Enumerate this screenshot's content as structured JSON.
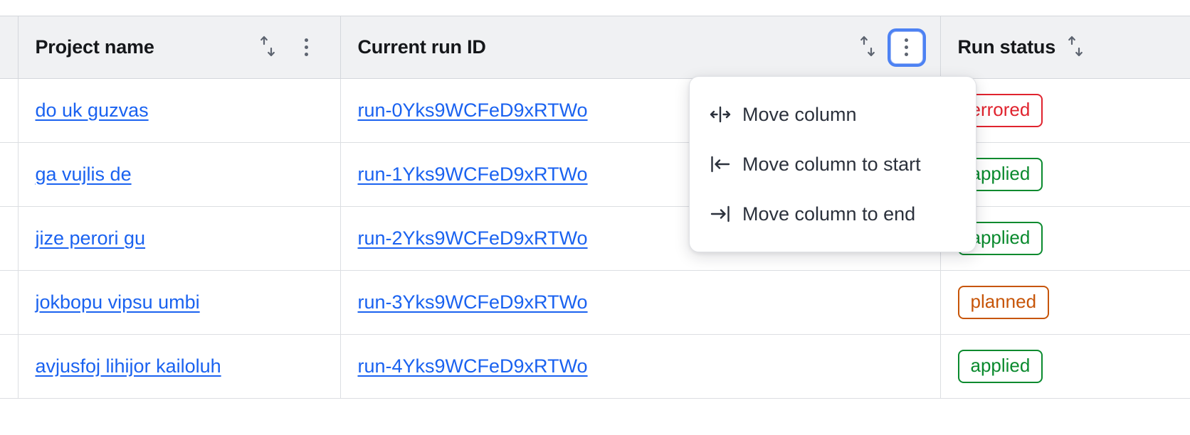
{
  "table": {
    "columns": [
      {
        "key": "select",
        "label": "",
        "sortable": false,
        "has_menu": false
      },
      {
        "key": "project",
        "label": "Project name",
        "sortable": true,
        "has_menu": true,
        "menu_focused": false
      },
      {
        "key": "runid",
        "label": "Current run ID",
        "sortable": true,
        "has_menu": true,
        "menu_focused": true
      },
      {
        "key": "status",
        "label": "Run status",
        "sortable": true,
        "has_menu": false,
        "menu_focused": false
      }
    ],
    "sort_icon_name": "sort-updown-icon",
    "kebab_icon_name": "kebab-menu-icon",
    "rows": [
      {
        "project": "do uk guzvas",
        "run_id": "run-0Yks9WCFeD9xRTWo",
        "status": "errored",
        "status_color": "#e0232e"
      },
      {
        "project": "ga vujlis de",
        "run_id": "run-1Yks9WCFeD9xRTWo",
        "status": "applied",
        "status_color": "#0a8a2e"
      },
      {
        "project": "jize perori gu",
        "run_id": "run-2Yks9WCFeD9xRTWo",
        "status": "applied",
        "status_color": "#0a8a2e"
      },
      {
        "project": "jokbopu vipsu umbi",
        "run_id": "run-3Yks9WCFeD9xRTWo",
        "status": "planned",
        "status_color": "#c75508"
      },
      {
        "project": "avjusfoj lihijor kailoluh",
        "run_id": "run-4Yks9WCFeD9xRTWo",
        "status": "applied",
        "status_color": "#0a8a2e"
      }
    ],
    "link_color": "#1a62f0"
  },
  "column_menu": {
    "items": [
      {
        "label": "Move column",
        "icon": "move-column-icon"
      },
      {
        "label": "Move column to start",
        "icon": "move-column-to-start-icon"
      },
      {
        "label": "Move column to end",
        "icon": "move-column-to-end-icon"
      }
    ]
  }
}
